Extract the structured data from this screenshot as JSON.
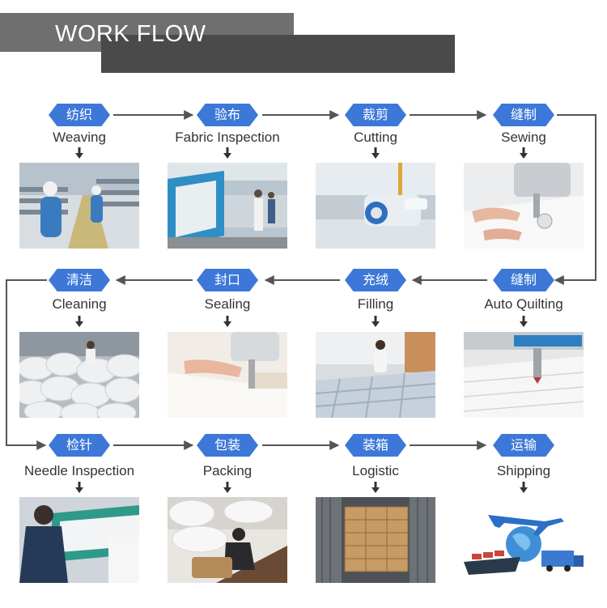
{
  "header": {
    "title": "WORK FLOW"
  },
  "colors": {
    "accent": "#3d78d8",
    "header_light": "#6f6f6f",
    "header_dark": "#4a4a4a",
    "line": "#555555"
  },
  "steps": [
    {
      "zh": "纺织",
      "en": "Weaving",
      "photo": "weaving-mill-photo"
    },
    {
      "zh": "验布",
      "en": "Fabric Inspection",
      "photo": "fabric-inspection-photo"
    },
    {
      "zh": "裁剪",
      "en": "Cutting",
      "photo": "cutting-machine-photo"
    },
    {
      "zh": "缝制",
      "en": "Sewing",
      "photo": "sewing-machine-photo"
    },
    {
      "zh": "缝制",
      "en": "Auto Quilting",
      "photo": "auto-quilting-photo"
    },
    {
      "zh": "充绒",
      "en": "Filling",
      "photo": "filling-photo"
    },
    {
      "zh": "封口",
      "en": "Sealing",
      "photo": "sealing-photo"
    },
    {
      "zh": "清洁",
      "en": "Cleaning",
      "photo": "cleaning-photo"
    },
    {
      "zh": "检针",
      "en": "Needle Inspection",
      "photo": "needle-inspection-photo"
    },
    {
      "zh": "包装",
      "en": "Packing",
      "photo": "packing-photo"
    },
    {
      "zh": "装箱",
      "en": "Logistic",
      "photo": "container-loading-photo"
    },
    {
      "zh": "运输",
      "en": "Shipping",
      "photo": "shipping-photo"
    }
  ]
}
